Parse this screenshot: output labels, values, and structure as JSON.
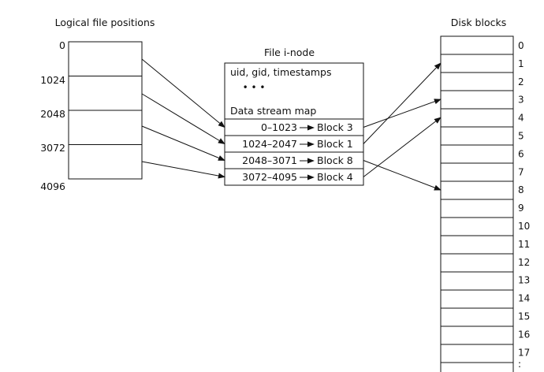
{
  "logical": {
    "title": "Logical file positions",
    "offsets": [
      "0",
      "1024",
      "2048",
      "3072",
      "4096"
    ]
  },
  "inode": {
    "title": "File i-node",
    "attrs": "uid, gid, timestamps",
    "ellipsis": "• • •",
    "map_label": "Data stream map",
    "entries": [
      {
        "range": "0–1023",
        "block": "Block 3"
      },
      {
        "range": "1024–2047",
        "block": "Block 1"
      },
      {
        "range": "2048–3071",
        "block": "Block 8"
      },
      {
        "range": "3072–4095",
        "block": "Block 4"
      }
    ]
  },
  "disk": {
    "title": "Disk blocks",
    "numbers": [
      "0",
      "1",
      "2",
      "3",
      "4",
      "5",
      "6",
      "7",
      "8",
      "9",
      "10",
      "11",
      "12",
      "13",
      "14",
      "15",
      "16",
      "17"
    ],
    "continuation": ":"
  },
  "mapping": [
    {
      "from_segment": 0,
      "to_entry": 0,
      "to_block": 3
    },
    {
      "from_segment": 1,
      "to_entry": 1,
      "to_block": 1
    },
    {
      "from_segment": 2,
      "to_entry": 2,
      "to_block": 8
    },
    {
      "from_segment": 3,
      "to_entry": 3,
      "to_block": 4
    }
  ]
}
